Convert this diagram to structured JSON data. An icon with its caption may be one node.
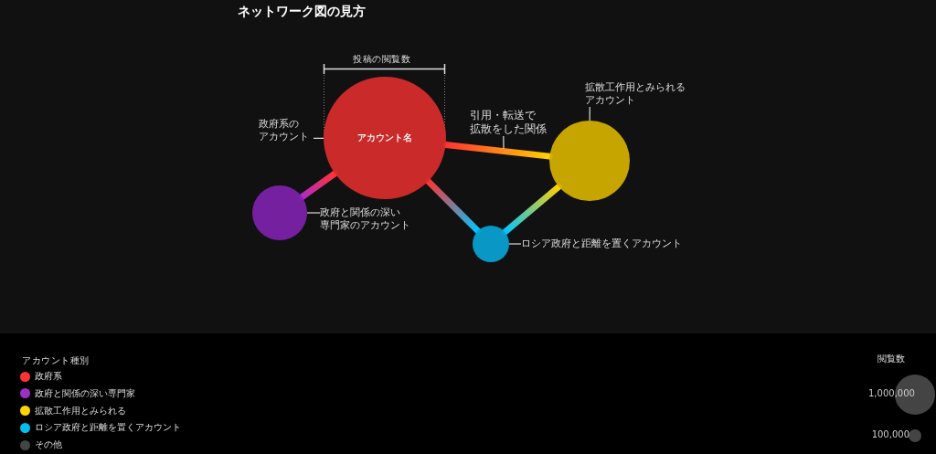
{
  "diagram": {
    "title": "ネットワーク図の見方",
    "nodes": [
      {
        "text": [
          "アカウント名"
        ]
      },
      {
        "text": [],
        "shape": "circle"
      },
      {
        "text": [],
        "shape": "circle"
      },
      {
        "text": [],
        "shape": "circle"
      },
      {
        "text": [
          "政府系のアカウント"
        ]
      },
      {
        "text": [
          "政府と関係の深い専門家のアカウント"
        ]
      },
      {
        "text": [
          "拡散工作用とみられるアカウント"
        ]
      },
      {
        "text": [
          "ロシア政府と距離を置くアカウント"
        ]
      },
      {
        "text": [
          "引用・転送で拡散をした関係"
        ]
      }
    ],
    "edges": [
      {
        "from": 0,
        "to": 1,
        "arrow": "none"
      },
      {
        "from": 0,
        "to": 2,
        "arrow": "none"
      },
      {
        "from": 0,
        "to": 3,
        "arrow": "none"
      },
      {
        "from": 3,
        "to": 2,
        "arrow": "none"
      },
      {
        "from": 4,
        "to": 0,
        "arrow": "none"
      },
      {
        "from": 5,
        "to": 1,
        "arrow": "none"
      },
      {
        "from": 6,
        "to": 2,
        "arrow": "none"
      },
      {
        "from": 7,
        "to": 3,
        "arrow": "none"
      },
      {
        "from": 8,
        "to": null,
        "arrow": "none"
      }
    ],
    "labels": [
      "投稿の閲覧数",
      "アカウント種別",
      "閲覧数",
      "1,000,000",
      "100,000"
    ],
    "legend": [
      {
        "text": "政府系",
        "color": "#ff3333"
      },
      {
        "text": "政府と関係の深い専門家",
        "color": "#9b2fc6"
      },
      {
        "text": "拡散工作用とみられる",
        "color": "#ffd500"
      },
      {
        "text": "ロシア政府と距離を置くアカウント",
        "color": "#00bff0"
      },
      {
        "text": "その他",
        "color": "#444444"
      }
    ]
  }
}
